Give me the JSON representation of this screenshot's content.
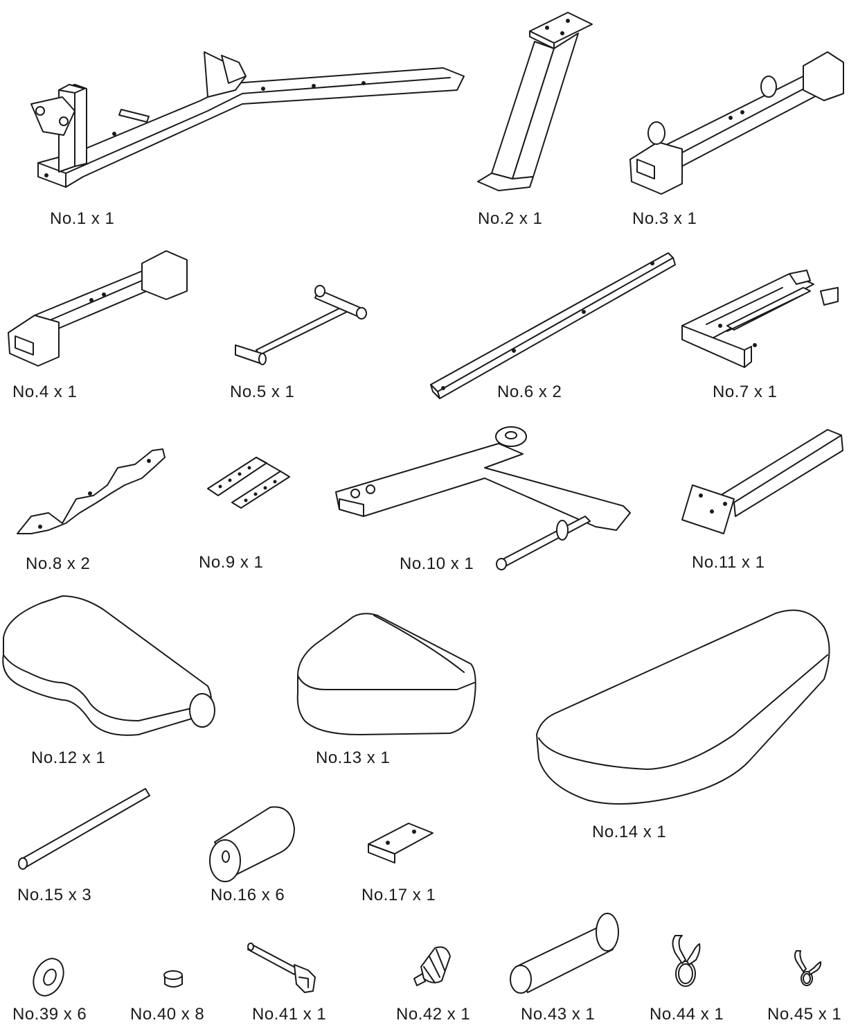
{
  "parts": [
    {
      "label": "No.1 x 1"
    },
    {
      "label": "No.2 x 1"
    },
    {
      "label": "No.3 x 1"
    },
    {
      "label": "No.4 x 1"
    },
    {
      "label": "No.5 x 1"
    },
    {
      "label": "No.6 x 2"
    },
    {
      "label": "No.7 x 1"
    },
    {
      "label": "No.8 x 2"
    },
    {
      "label": "No.9 x 1"
    },
    {
      "label": "No.10 x 1"
    },
    {
      "label": "No.11 x 1"
    },
    {
      "label": "No.12 x 1"
    },
    {
      "label": "No.13 x 1"
    },
    {
      "label": "No.14 x 1"
    },
    {
      "label": "No.15 x 3"
    },
    {
      "label": "No.16 x 6"
    },
    {
      "label": "No.17 x 1"
    },
    {
      "label": "No.39 x 6"
    },
    {
      "label": "No.40 x 8"
    },
    {
      "label": "No.41 x 1"
    },
    {
      "label": "No.42 x 1"
    },
    {
      "label": "No.43 x 1"
    },
    {
      "label": "No.44 x 1"
    },
    {
      "label": "No.45 x 1"
    }
  ]
}
